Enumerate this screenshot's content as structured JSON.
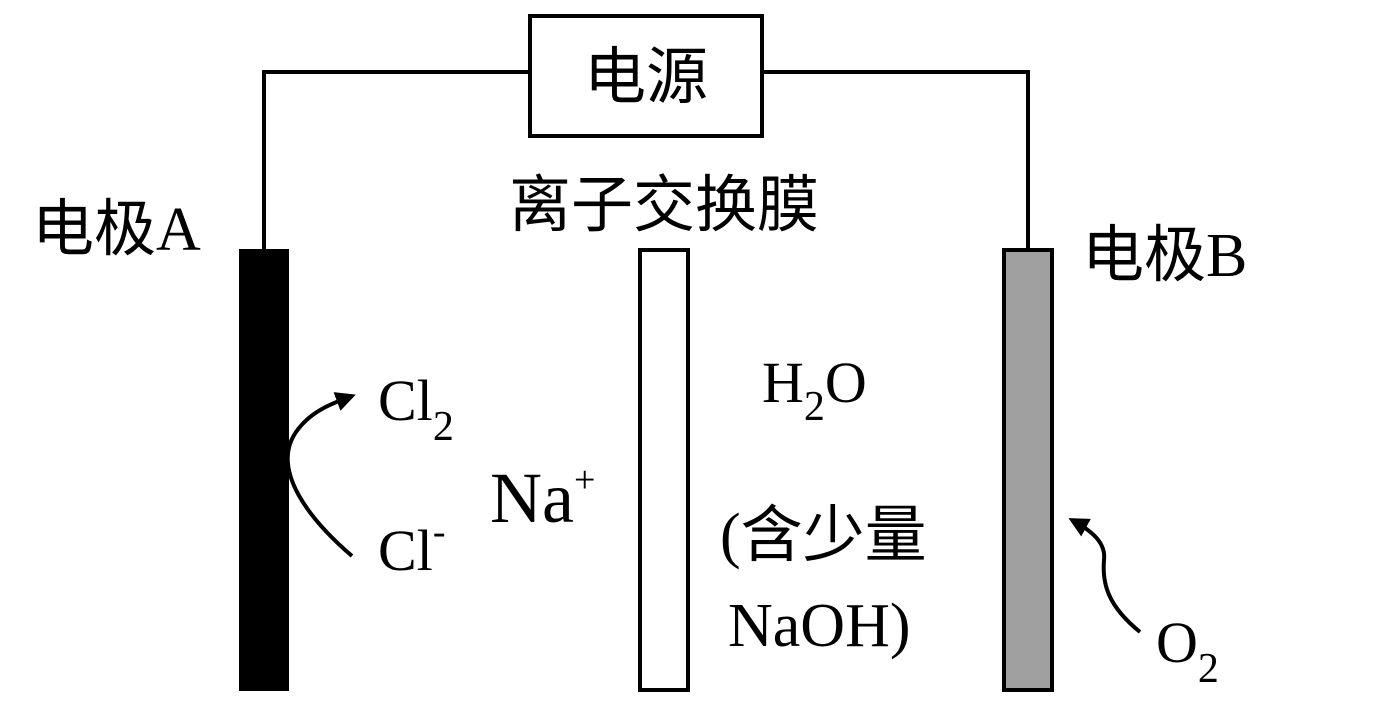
{
  "power_supply": {
    "label": "电源"
  },
  "membrane": {
    "label": "离子交换膜"
  },
  "electrode_a": {
    "label": "电极A",
    "fill": "#000000"
  },
  "electrode_b": {
    "label": "电极B",
    "fill": "#a0a0a0"
  },
  "chlorine": {
    "base": "Cl",
    "subscript": "2"
  },
  "chloride": {
    "base": "Cl",
    "superscript": "-"
  },
  "sodium_ion": {
    "base": "Na",
    "superscript": "+"
  },
  "water": {
    "h": "H",
    "subscript": "2",
    "o": "O"
  },
  "naoh_note": {
    "line1": "(含少量",
    "line2": "NaOH)"
  },
  "oxygen": {
    "base": "O",
    "subscript": "2"
  }
}
